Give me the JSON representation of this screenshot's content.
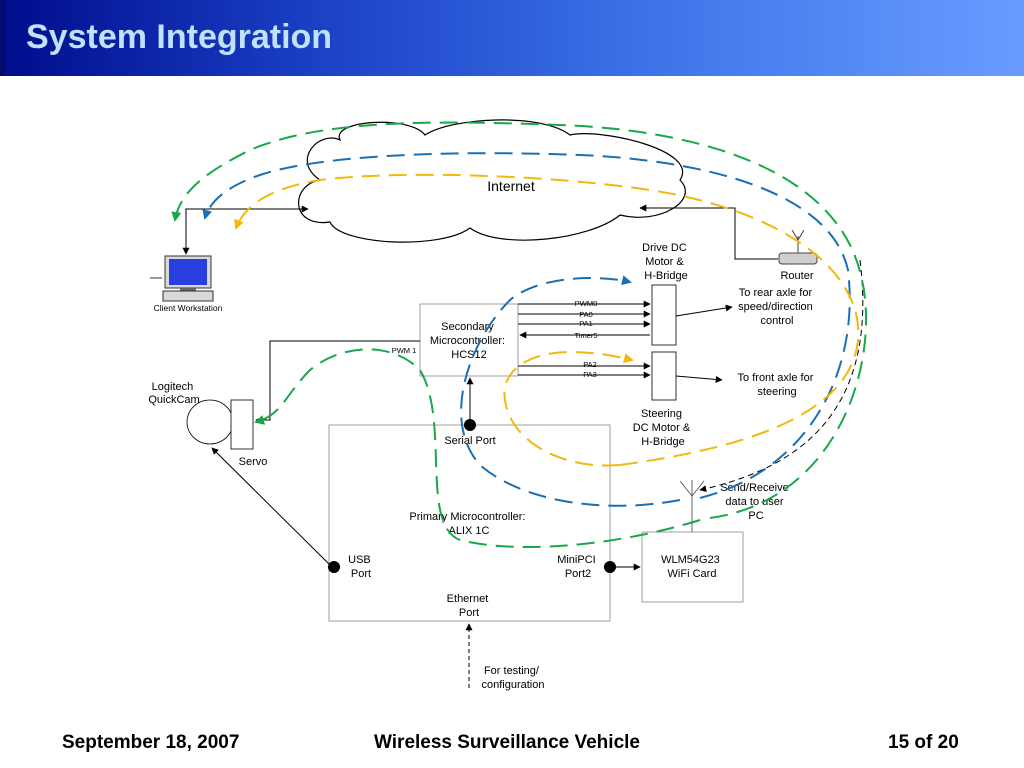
{
  "slide": {
    "title": "System Integration",
    "footer_left": "September 18, 2007",
    "footer_center": "Wireless Surveillance Vehicle",
    "footer_right": "15 of 20"
  },
  "diagram": {
    "internet": "Internet",
    "client_workstation": "Client Workstation",
    "router": "Router",
    "drive_motor": [
      "Drive DC",
      "Motor &",
      "H-Bridge"
    ],
    "rear_axle": [
      "To rear axle for",
      "speed/direction",
      "control"
    ],
    "secondary_mcu": [
      "Secondary",
      "Microcontroller:",
      "HCS12"
    ],
    "signals_drive": [
      "PWM0",
      "PA0",
      "PA1",
      "Timer5"
    ],
    "signals_steer": [
      "PA2",
      "PA3"
    ],
    "pwm1": "PWM 1",
    "front_axle": [
      "To front axle for",
      "steering"
    ],
    "steering_motor": [
      "Steering",
      "DC Motor &",
      "H-Bridge"
    ],
    "camera": [
      "Logitech",
      "QuickCam"
    ],
    "servo": "Servo",
    "serial_port": "Serial Port",
    "primary_mcu": [
      "Primary Microcontroller:",
      "ALIX 1C"
    ],
    "usb_port": [
      "USB",
      "Port"
    ],
    "minipci_port": [
      "MiniPCI",
      "Port2"
    ],
    "ethernet_port": [
      "Ethernet",
      "Port"
    ],
    "wifi_card": [
      "WLM54G23",
      "WiFi Card"
    ],
    "send_receive": [
      "Send/Receive",
      "data to user",
      "PC"
    ],
    "testing": [
      "For testing/",
      "configuration"
    ]
  },
  "colors": {
    "title_text": "#bfe2ff",
    "path_green": "#18a84a",
    "path_blue": "#1a6fb4",
    "path_yellow": "#f2b80c"
  }
}
